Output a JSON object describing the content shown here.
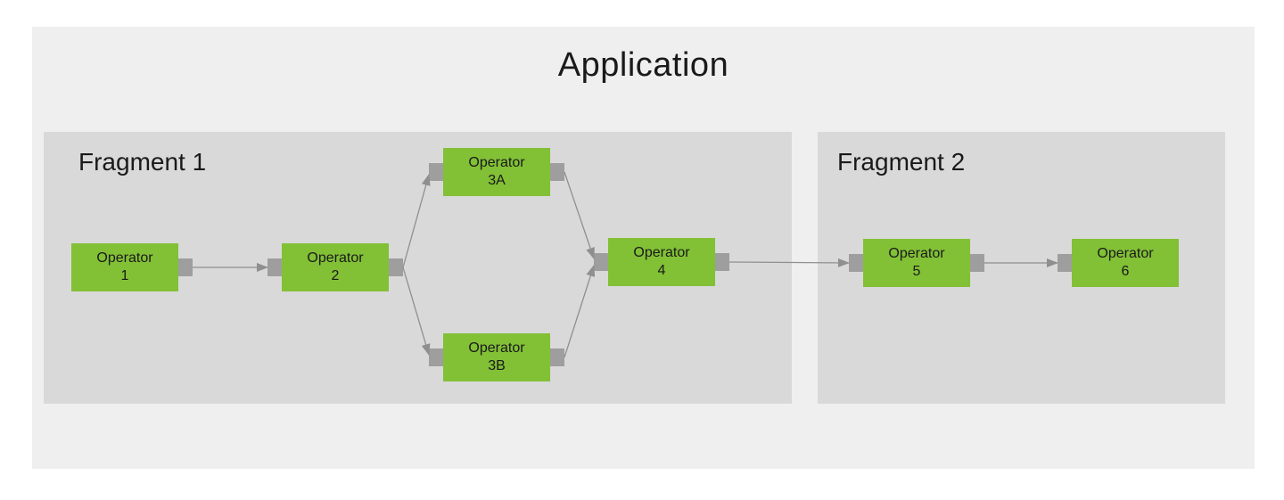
{
  "application": {
    "title": "Application"
  },
  "fragments": [
    {
      "id": "fragment-1",
      "label": "Fragment 1"
    },
    {
      "id": "fragment-2",
      "label": "Fragment 2"
    }
  ],
  "operators": [
    {
      "id": "op1",
      "fragment": "fragment-1",
      "label": "Operator\n1"
    },
    {
      "id": "op2",
      "fragment": "fragment-1",
      "label": "Operator\n2"
    },
    {
      "id": "op3a",
      "fragment": "fragment-1",
      "label": "Operator\n3A"
    },
    {
      "id": "op3b",
      "fragment": "fragment-1",
      "label": "Operator\n3B"
    },
    {
      "id": "op4",
      "fragment": "fragment-1",
      "label": "Operator\n4"
    },
    {
      "id": "op5",
      "fragment": "fragment-2",
      "label": "Operator\n5"
    },
    {
      "id": "op6",
      "fragment": "fragment-2",
      "label": "Operator\n6"
    }
  ],
  "edges": [
    {
      "from": "op1",
      "to": "op2"
    },
    {
      "from": "op2",
      "to": "op3a",
      "toDy": 3
    },
    {
      "from": "op2",
      "to": "op3b",
      "toDy": -3
    },
    {
      "from": "op3a",
      "to": "op4",
      "toDy": -4
    },
    {
      "from": "op3b",
      "to": "op4",
      "toDy": 4
    },
    {
      "from": "op4",
      "to": "op5"
    },
    {
      "from": "op5",
      "to": "op6"
    }
  ],
  "colors": {
    "canvas_bg": "#ffffff",
    "application_bg": "#efefef",
    "fragment_bg": "#d9d9d9",
    "operator_bg": "#82c036",
    "port": "#9e9e9e",
    "edge": "#8f8f8f",
    "text": "#1a1a1a"
  }
}
